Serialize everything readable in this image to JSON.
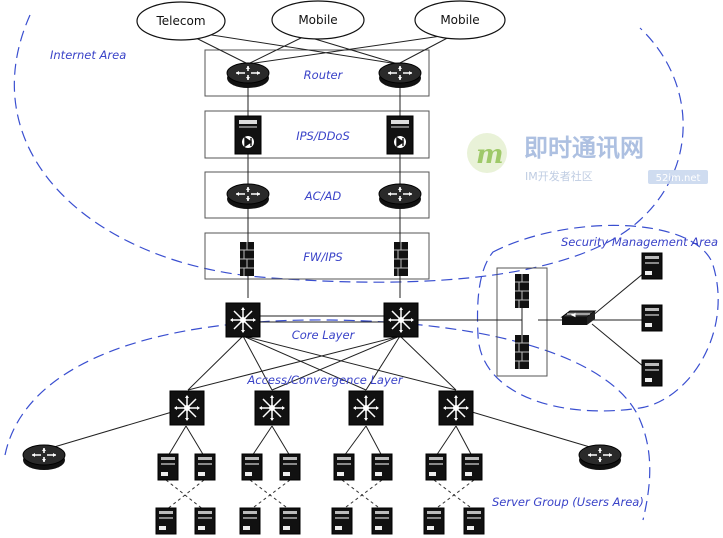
{
  "isps": [
    "Telecom",
    "Mobile",
    "Mobile"
  ],
  "layers": {
    "router": "Router",
    "ips_ddos": "IPS/DDoS",
    "ac_ad": "AC/AD",
    "fw_ips": "FW/IPS",
    "core": "Core Layer",
    "access": "Access/Convergence Layer"
  },
  "areas": {
    "internet": "Internet Area",
    "security": "Security Management Area",
    "server_group": "Server Group (Users Area)"
  },
  "watermark": {
    "title": "即时通讯网",
    "subtitle": "IM开发者社区",
    "domain": "52im.net"
  },
  "colors": {
    "label": "#3a43c8",
    "dashed_region": "#3a4fd0",
    "line": "#222222",
    "device": "#111111"
  }
}
